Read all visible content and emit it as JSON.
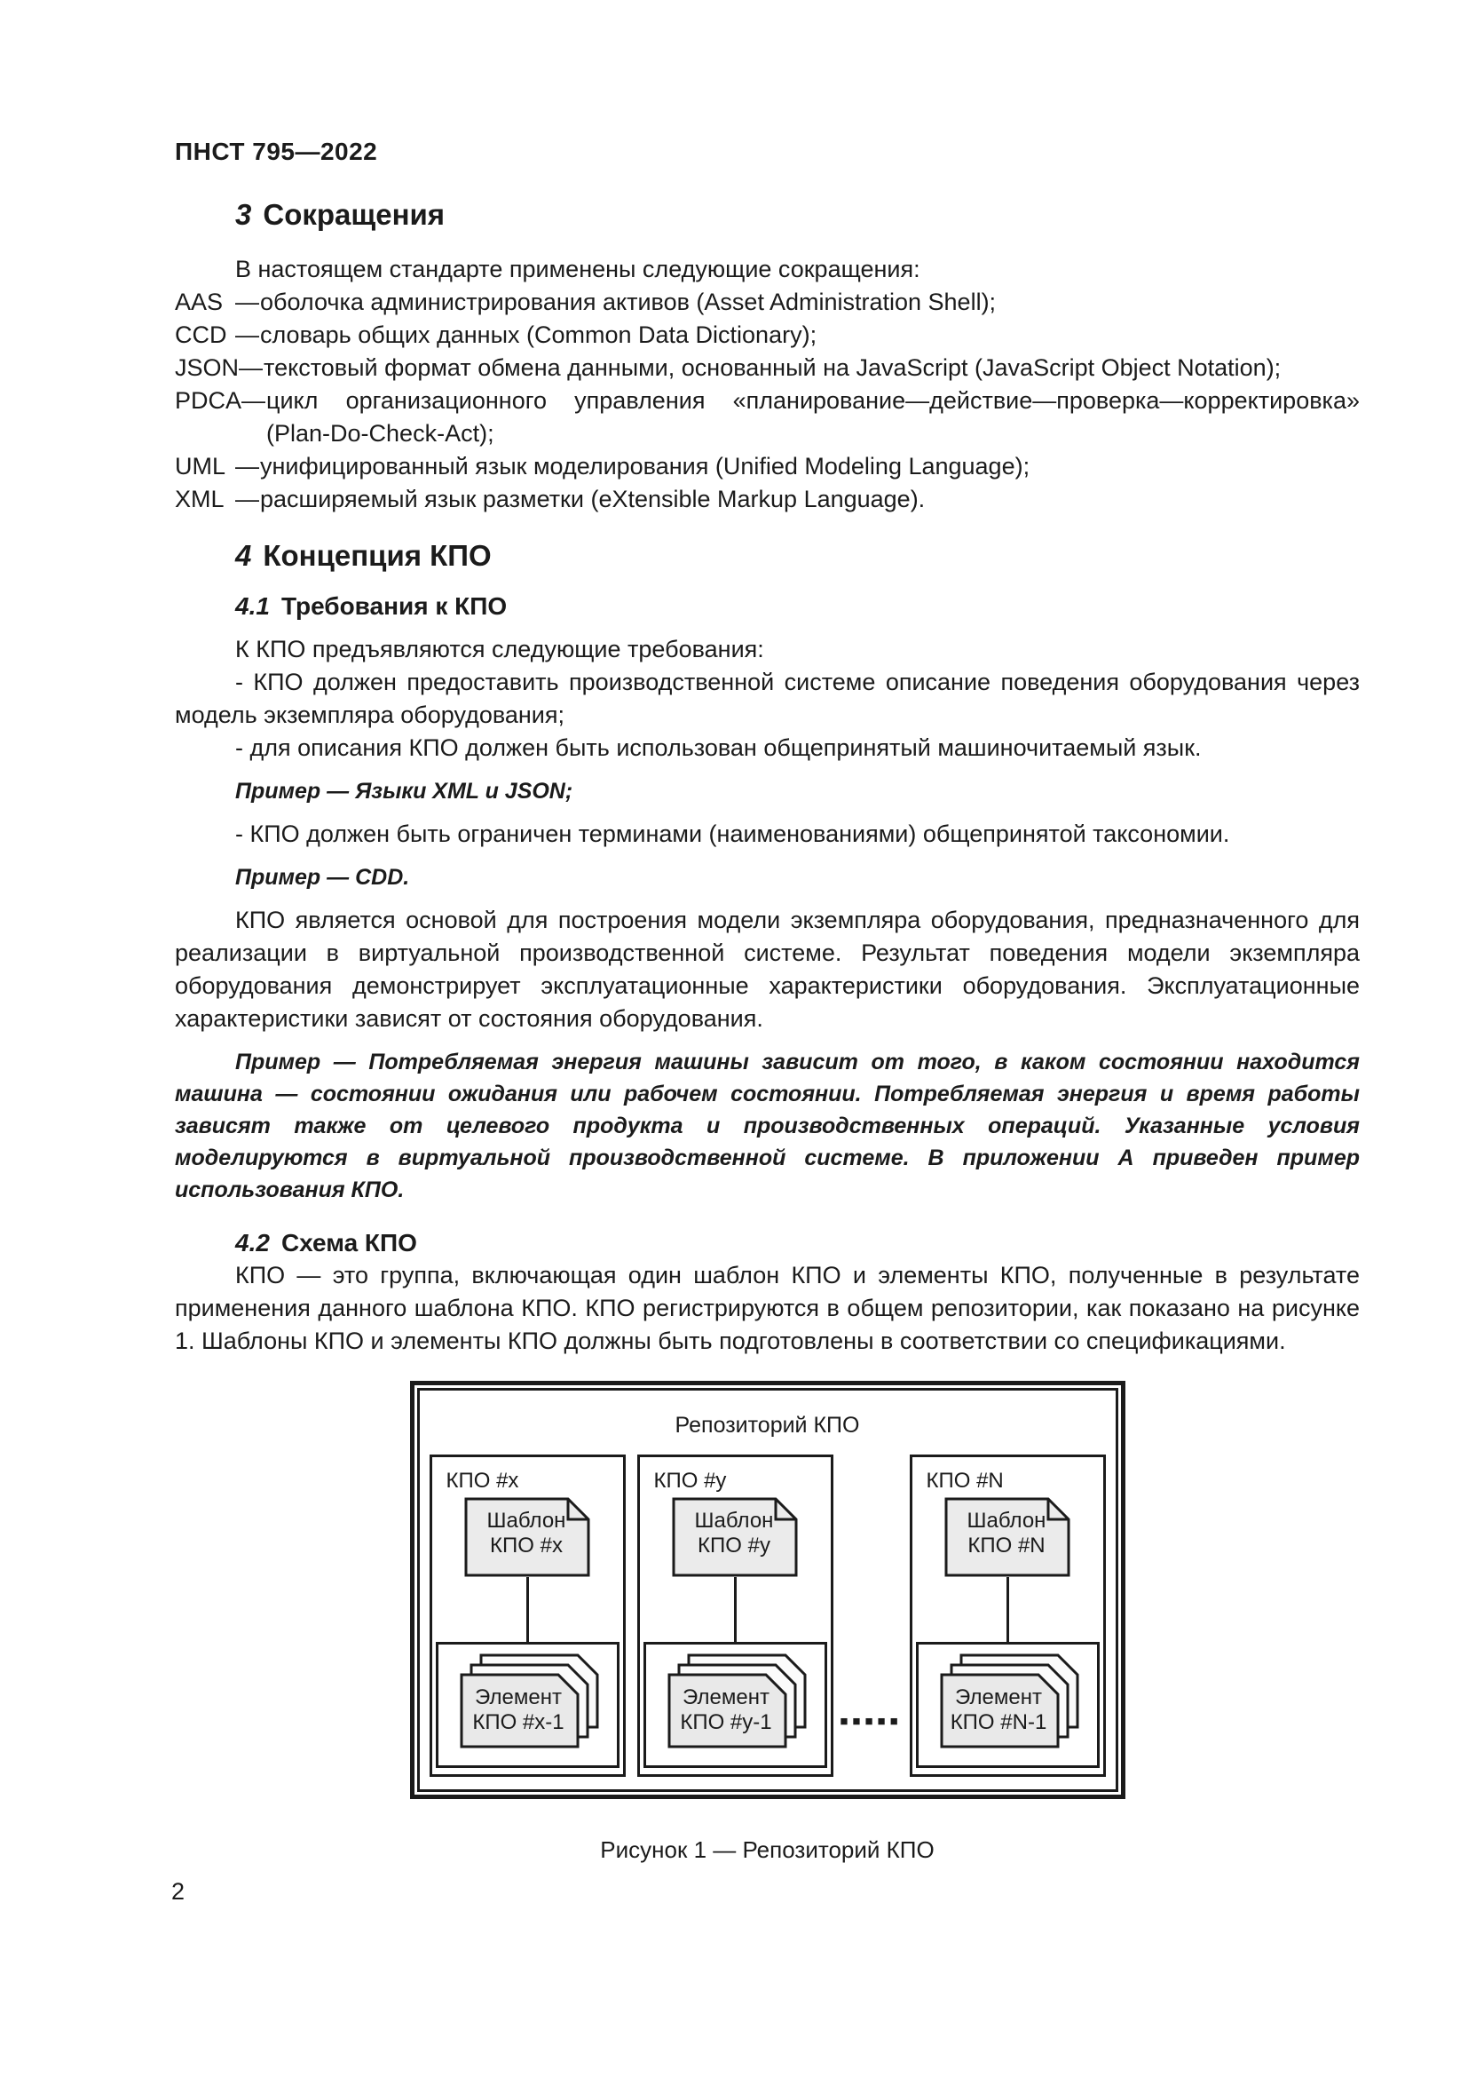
{
  "page": {
    "header": "ПНСТ 795—2022",
    "page_number": "2"
  },
  "section3": {
    "number": "3",
    "title": "Сокращения",
    "intro": "В настоящем стандарте применены следующие сокращения:",
    "dash": "—",
    "abbreviations": [
      {
        "term": "AAS",
        "definition": "оболочка администрирования активов (Asset Administration Shell);"
      },
      {
        "term": "CCD",
        "definition": "словарь общих данных (Common Data Dictionary);"
      },
      {
        "term": "JSON",
        "definition": "текстовый формат обмена данными, основанный на JavaScript (JavaScript Object Notation);"
      },
      {
        "term": "PDCA",
        "definition": "цикл организационного управления «планирование—действие—проверка—корректировка» (Plan-Do-Check-Act);"
      },
      {
        "term": "UML",
        "definition": "унифицированный язык моделирования (Unified Modeling Language);"
      },
      {
        "term": "XML",
        "definition": "расширяемый язык разметки (eXtensible Markup Language)."
      }
    ]
  },
  "section4": {
    "number": "4",
    "title": "Концепция КПО",
    "sub41": {
      "number": "4.1",
      "title": "Требования к КПО",
      "intro": "К КПО предъявляются следующие требования:",
      "bullet1": "- КПО должен предоставить производственной системе описание поведения оборудования через модель экземпляра оборудования;",
      "bullet2": "- для описания КПО должен быть использован общепринятый машиночитаемый язык.",
      "example1": "Пример — Языки XML и JSON;",
      "bullet3": "- КПО должен быть ограничен терминами (наименованиями) общепринятой таксономии.",
      "example2": "Пример — CDD.",
      "para": "КПО является основой для построения модели экземпляра оборудования, предназначенного для реализации в виртуальной производственной системе. Результат поведения модели экземпляра оборудования демонстрирует эксплуатационные характеристики оборудования. Эксплуатационные характеристики зависят от состояния оборудования.",
      "example3": "Пример — Потребляемая энергия машины зависит от того, в каком состоянии находится машина — состоянии ожидания или рабочем состоянии. Потребляемая энергия и время работы зависят также от целевого продукта и производственных операций. Указанные условия моделируются в виртуальной производственной системе. В приложении А приведен пример использования КПО."
    },
    "sub42": {
      "number": "4.2",
      "title": "Схема КПО",
      "para": "КПО — это группа, включающая один шаблон КПО и элементы КПО, полученные в результате применения данного шаблона КПО. КПО регистрируются в общем репозитории, как показано на рисунке 1. Шаблоны КПО и элементы КПО должны быть подготовлены в соответствии со спецификациями."
    }
  },
  "figure": {
    "repository_label": "Репозиторий КПО",
    "ellipsis": "■■■■■",
    "caption": "Рисунок 1 — Репозиторий КПО",
    "groups": [
      {
        "label": "КПО #x",
        "template_line1": "Шаблон",
        "template_line2": "КПО #x",
        "element_line1": "Элемент",
        "element_line2": "КПО #x-1"
      },
      {
        "label": "КПО #y",
        "template_line1": "Шаблон",
        "template_line2": "КПО #y",
        "element_line1": "Элемент",
        "element_line2": "КПО #y-1"
      },
      {
        "label": "КПО #N",
        "template_line1": "Шаблон",
        "template_line2": "КПО #N",
        "element_line1": "Элемент",
        "element_line2": "КПО #N-1"
      }
    ]
  }
}
